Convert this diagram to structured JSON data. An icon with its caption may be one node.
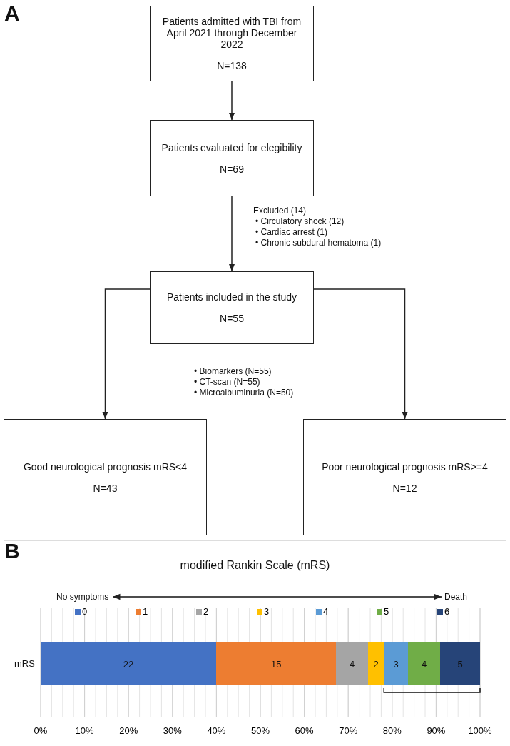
{
  "diagram": {
    "nodes": [
      {
        "text": [
          "Patients admitted with TBI from April 2021 through December 2022",
          "N=138"
        ]
      },
      {
        "text": [
          "Patients evaluated for elegibility",
          "N=69"
        ]
      },
      {
        "text": [
          "Patients included in the study",
          "N=55"
        ]
      },
      {
        "text": [
          "Good neurological prognosis mRS<4",
          "N=43"
        ]
      },
      {
        "text": [
          "Poor neurological prognosis mRS>=4",
          "N=12"
        ]
      }
    ],
    "edges": [
      {
        "from": 0,
        "to": 1,
        "arrow": "to"
      },
      {
        "from": 1,
        "to": 2,
        "arrow": "to"
      },
      {
        "from": 2,
        "to": 3,
        "arrow": "to"
      },
      {
        "from": 2,
        "to": 4,
        "arrow": "to"
      }
    ],
    "labels": [
      "A",
      "Excluded (14)",
      "• Circulatory shock (12)",
      "• Cardiac arrest (1)",
      "• Chronic subdural hematoma (1)",
      "• Biomarkers (N=55)",
      "• CT-scan (N=55)",
      "• Microalbuminuria (N=50)",
      "B"
    ],
    "chart_data": {
      "type": "bar",
      "orientation": "horizontal",
      "stacked": true,
      "title": "modified Rankin Scale (mRS)",
      "categories": [
        "mRS"
      ],
      "series": [
        {
          "name": "0",
          "color": "#4472c4",
          "values": [
            40.0
          ]
        },
        {
          "name": "1",
          "color": "#ed7d31",
          "values": [
            27.3
          ]
        },
        {
          "name": "2",
          "color": "#a5a5a5",
          "values": [
            7.3
          ]
        },
        {
          "name": "3",
          "color": "#ffc000",
          "values": [
            3.6
          ]
        },
        {
          "name": "4",
          "color": "#5b9bd5",
          "values": [
            5.5
          ]
        },
        {
          "name": "5",
          "color": "#70ad47",
          "values": [
            7.3
          ]
        },
        {
          "name": "6",
          "color": "#264478",
          "values": [
            9.1
          ]
        }
      ],
      "value_labels": [
        [
          "22"
        ],
        [
          "15"
        ],
        [
          "4"
        ],
        [
          "2"
        ],
        [
          "3"
        ],
        [
          "4"
        ],
        [
          "5"
        ]
      ],
      "xlim": [
        0,
        100
      ],
      "grid": true,
      "legend": "top",
      "xticks": [
        {
          "value": 0,
          "label": "0%"
        },
        {
          "value": 10,
          "label": "10%"
        },
        {
          "value": 20,
          "label": "20%"
        },
        {
          "value": 30,
          "label": "30%"
        },
        {
          "value": 40,
          "label": "40%"
        },
        {
          "value": 50,
          "label": "50%"
        },
        {
          "value": 60,
          "label": "60%"
        },
        {
          "value": 70,
          "label": "70%"
        },
        {
          "value": 80,
          "label": "80%"
        },
        {
          "value": 90,
          "label": "90%"
        },
        {
          "value": 100,
          "label": "100%"
        }
      ],
      "annotations": [
        "No symptoms",
        "Death"
      ]
    }
  }
}
